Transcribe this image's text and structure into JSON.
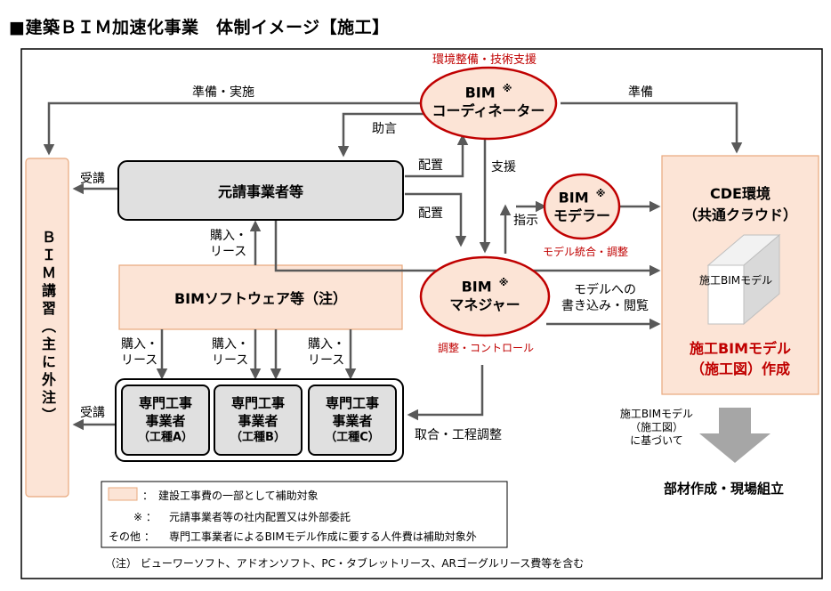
{
  "title": "■建築ＢＩＭ加速化事業　体制イメージ【施工】",
  "coordinator": {
    "top_label": "環境整備・技術支援",
    "name": "BIM",
    "mark": "※",
    "role": "コーディネーター"
  },
  "modeler": {
    "name": "BIM",
    "mark": "※",
    "role": "モデラー",
    "bottom_label": "モデル統合・調整"
  },
  "manager": {
    "name": "BIM",
    "mark": "※",
    "role": "マネジャー",
    "bottom_label": "調整・コントロール"
  },
  "contractor": "元請事業者等",
  "software": "BIMソフトウェア等（注）",
  "training": "ＢＩＭ講習（主に外注）",
  "specialists": [
    {
      "line1": "専門工事",
      "line2": "事業者",
      "line3": "（工種A）"
    },
    {
      "line1": "専門工事",
      "line2": "事業者",
      "line3": "（工種B）"
    },
    {
      "line1": "専門工事",
      "line2": "事業者",
      "line3": "（工種C）"
    }
  ],
  "cde": {
    "title1": "CDE環境",
    "title2": "（共通クラウド）",
    "cube_label": "施工BIMモデル",
    "output1": "施工BIMモデル",
    "output2": "（施工図）作成"
  },
  "labels": {
    "prepare_implement": "準備・実施",
    "prepare": "準備",
    "advice": "助言",
    "support": "支援",
    "place1": "配置",
    "place2": "配置",
    "instruct": "指示",
    "attend1": "受講",
    "attend2": "受講",
    "purchase_lease_up1": "購入・",
    "purchase_lease_up2": "リース",
    "purchase_lease_a1": "購入・",
    "purchase_lease_a2": "リース",
    "purchase_lease_b1": "購入・",
    "purchase_lease_b2": "リース",
    "purchase_lease_c1": "購入・",
    "purchase_lease_c2": "リース",
    "model_write1": "モデルへの",
    "model_write2": "書き込み・閲覧",
    "coordination": "取合・工程調整",
    "based1": "施工BIMモデル",
    "based2": "（施工図）",
    "based3": "に基づいて",
    "fabrication": "部材作成・現場組立"
  },
  "legend": {
    "swatch_text": "：　建設工事費の一部として補助対象",
    "mark_key": "※ ：",
    "mark_text": "元請事業者等の社内配置又は外部委託",
    "other_key": "その他 ：",
    "other_text": "専門工事業者によるBIMモデル作成に要する人件費は補助対象外"
  },
  "note": "（注） ビューワーソフト、アドオンソフト、PC・タブレットリース、ARゴーグルリース費等を含む",
  "colors": {
    "peach": "#fce4d6",
    "peach_border": "#e8a87c",
    "red": "#c00000",
    "gray_box": "#e0e0e0",
    "arrow": "#595959",
    "big_arrow": "#a6a6a6"
  }
}
